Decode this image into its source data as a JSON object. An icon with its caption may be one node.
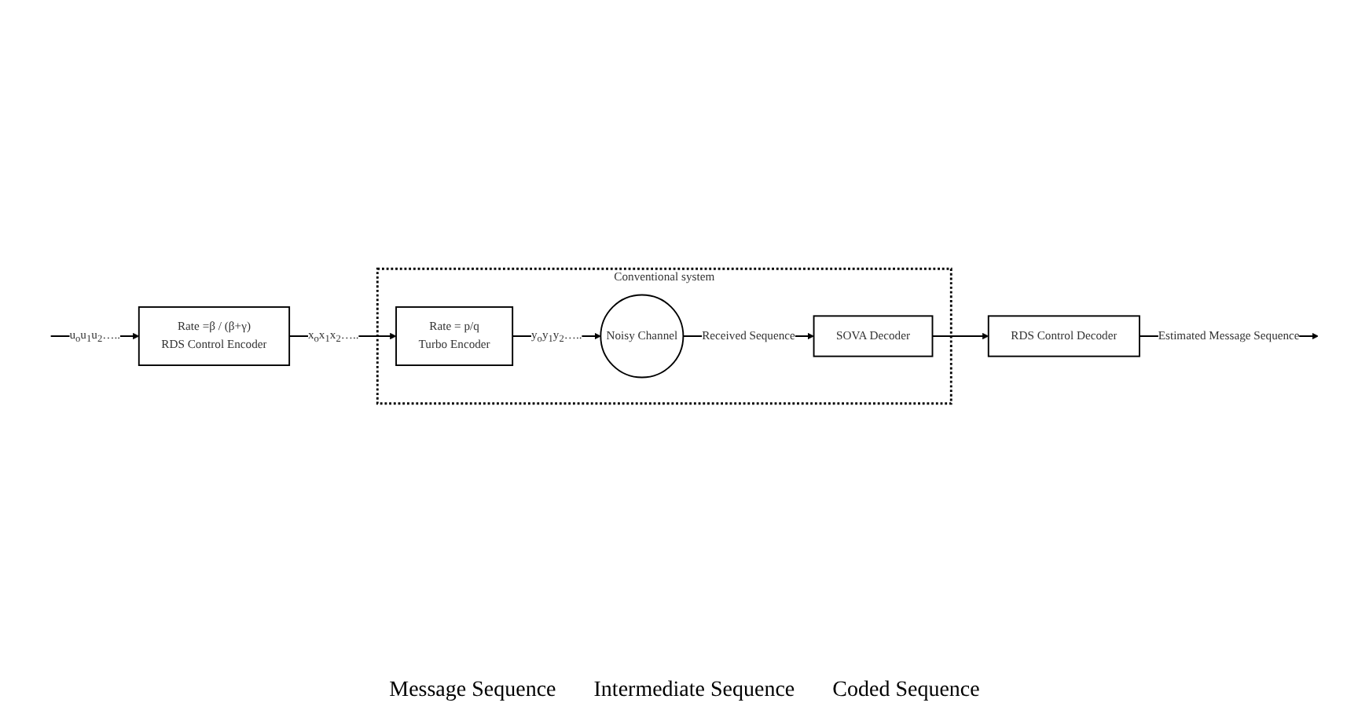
{
  "diagram": {
    "nodes": [
      {
        "text": [
          "Conventional system"
        ]
      },
      {
        "text": [
          "Rate =β / (β+γ)",
          "RDS Control Encoder"
        ]
      },
      {
        "text": [
          "Rate = p/q",
          "Turbo Encoder"
        ],
        "in": 0
      },
      {
        "text": [
          "Noisy Channel"
        ],
        "in": 0
      },
      {
        "text": [
          "SOVA Decoder"
        ],
        "in": 0
      },
      {
        "text": [
          "RDS Control Decoder"
        ]
      }
    ],
    "edges": [
      {
        "from": null,
        "to": 1,
        "arrow": "to",
        "label": "u$_{o}$u$_{1}$u$_{2}$….."
      },
      {
        "from": 1,
        "to": 2,
        "arrow": "to",
        "label": "x$_{o}$x$_{1}$x$_{2}$….."
      },
      {
        "from": 2,
        "to": 3,
        "arrow": "to",
        "label": "y$_{o}$y$_{1}$y$_{2}$….."
      },
      {
        "from": 3,
        "to": 4,
        "arrow": "to",
        "label": "Received Sequence"
      },
      {
        "from": 4,
        "to": 5,
        "arrow": "to"
      },
      {
        "from": 5,
        "to": null,
        "arrow": "to",
        "label": "Estimated Message Sequence"
      }
    ],
    "labels": [
      "Message Sequence",
      "Intermediate Sequence",
      "Coded Sequence"
    ]
  }
}
